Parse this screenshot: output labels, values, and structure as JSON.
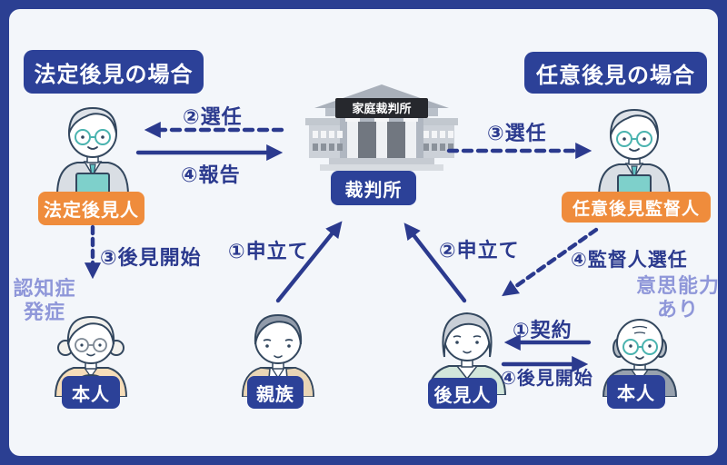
{
  "frame": {
    "bg_outer": "#2b3f92",
    "bg_inner": "#f3f6fa"
  },
  "colors": {
    "navy_box": "#2c4198",
    "arrow_navy": "#2b3a8e",
    "orange": "#ef8c3c",
    "note_purple": "#8f97d9",
    "teal_accent": "#5cc4c0"
  },
  "sections": {
    "left_title": "法定後見の場合",
    "right_title": "任意後見の場合"
  },
  "court": {
    "sign": "家庭裁判所",
    "label": "裁判所"
  },
  "actors": {
    "statutory_guardian": "法定後見人",
    "voluntary_supervisor": "任意後見監督人",
    "principal_left": "本人",
    "relative": "親族",
    "guardian": "後見人",
    "principal_right": "本人"
  },
  "arrows": {
    "appoint_left": "②選任",
    "report": "④報告",
    "appoint_right": "③選任",
    "start_left": "③後見開始",
    "petition_relative": "①申立て",
    "petition_guardian": "②申立て",
    "supervisor_appoint": "④監督人選任",
    "contract": "①契約",
    "start_right": "④後見開始"
  },
  "notes": {
    "dementia_line1": "認知症",
    "dementia_line2": "発症",
    "capacity_line1": "意思能力",
    "capacity_line2": "あり"
  }
}
